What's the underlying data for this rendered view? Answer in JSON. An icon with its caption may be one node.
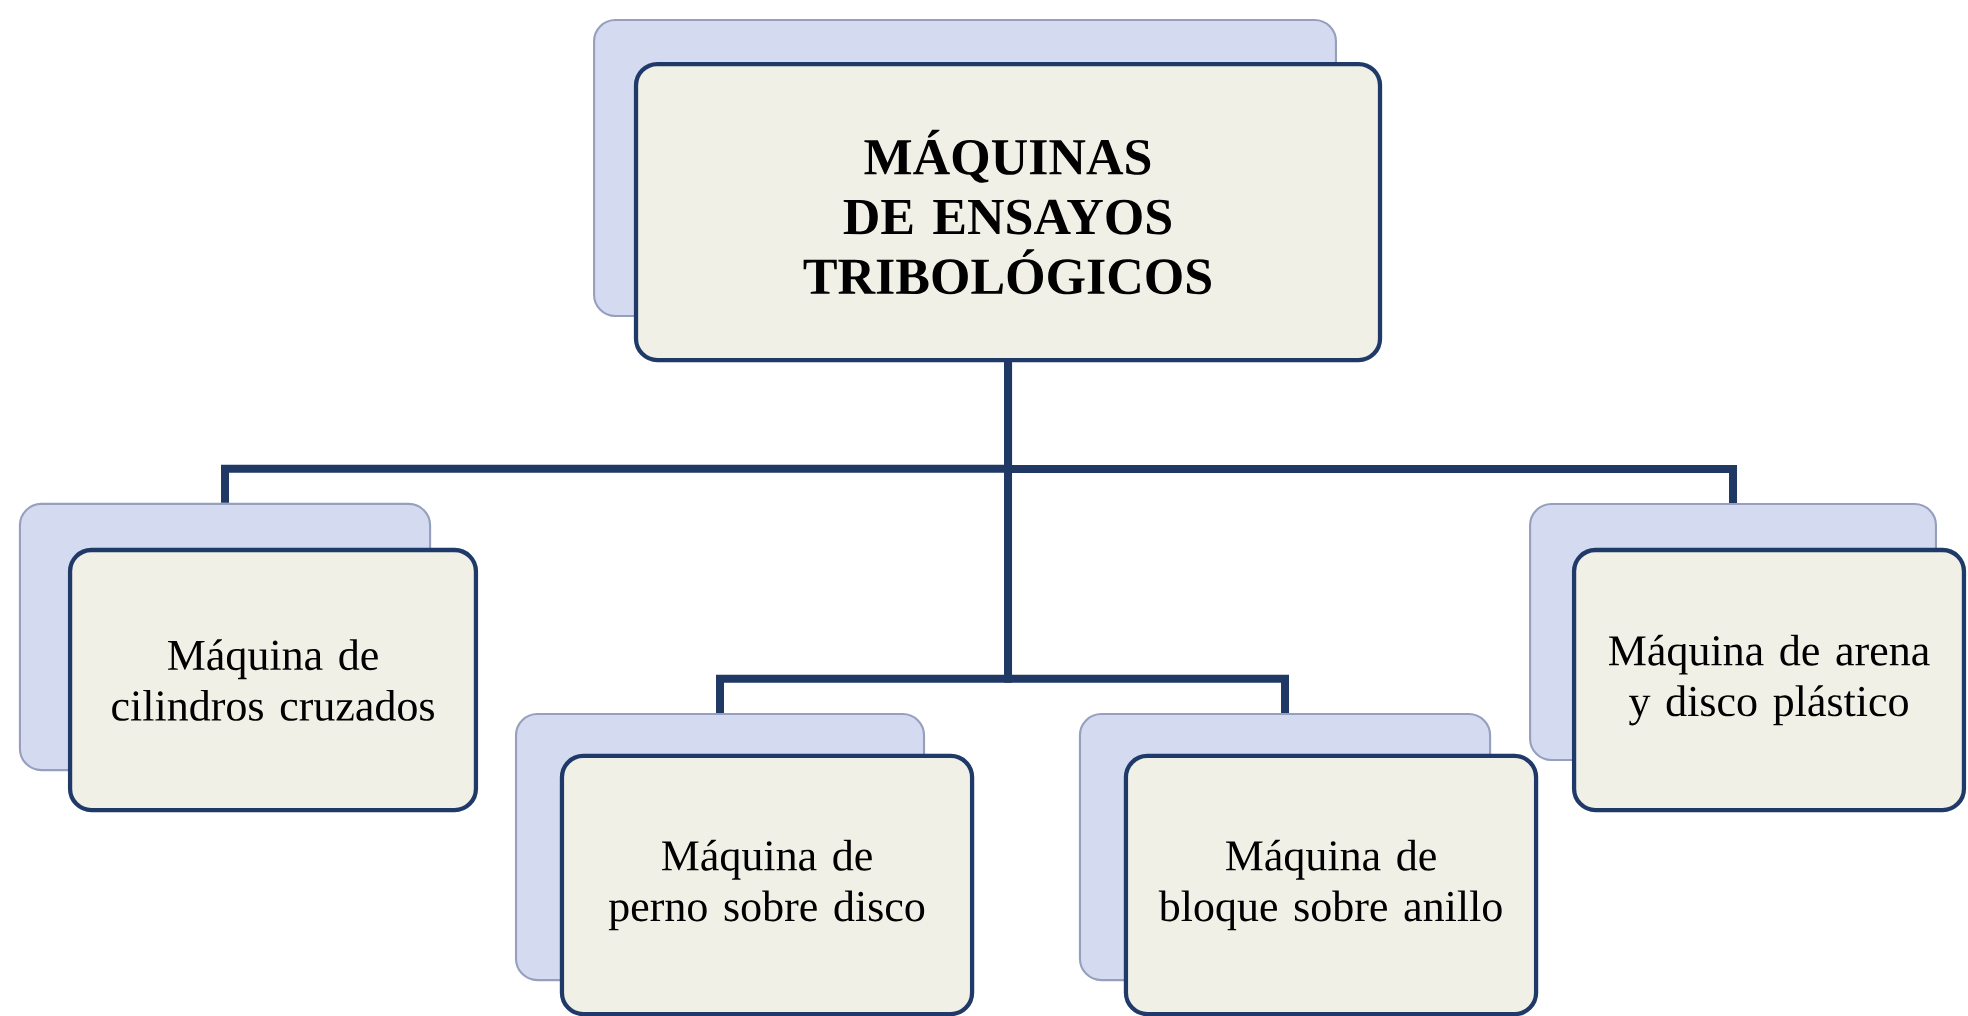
{
  "diagram": {
    "nodes": [
      {
        "text": [
          "MÁQUINAS DE ENSAYOS TRIBOLÓGICOS"
        ]
      },
      {
        "text": [
          "Máquina de cilindros cruzados"
        ]
      },
      {
        "text": [
          "Máquina de perno sobre disco"
        ]
      },
      {
        "text": [
          "Máquina de bloque sobre anillo"
        ]
      },
      {
        "text": [
          "Máquina de arena y disco plástico"
        ]
      }
    ],
    "edges": [
      {
        "from": 0,
        "to": 1,
        "arrow": "none"
      },
      {
        "from": 0,
        "to": 2,
        "arrow": "none"
      },
      {
        "from": 0,
        "to": 3,
        "arrow": "none"
      },
      {
        "from": 0,
        "to": 4,
        "arrow": "none"
      }
    ]
  }
}
